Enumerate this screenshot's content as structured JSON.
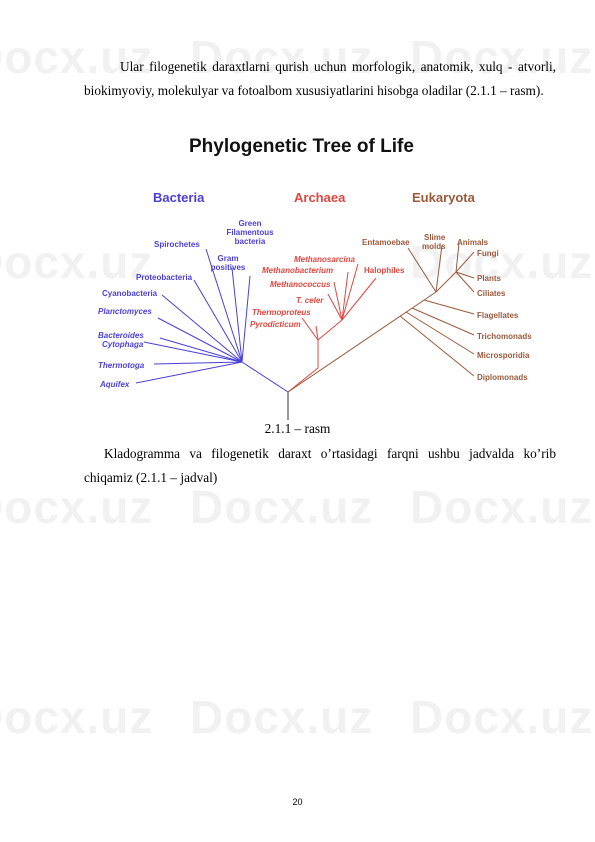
{
  "watermark": "Docx.uz",
  "paragraph1": "Ular filogenetik daraxtlarni qurish uchun morfologik, anatomik, xulq - atvorli, biokimyoviy, molekulyar va fotoalbom xususiyatlarini hisobga oladilar (2.1.1 – rasm).",
  "figure": {
    "title": "Phylogenetic Tree of Life",
    "domains": {
      "bacteria": "Bacteria",
      "archaea": "Archaea",
      "eukaryota": "Eukaryota"
    },
    "bacteria_groups": [
      "Green",
      "Filamentous",
      "bacteria",
      "Gram",
      "positives",
      "Spirochetes",
      "Proteobacteria",
      "Cyanobacteria",
      "Planctomyces",
      "Bacteroides",
      "Cytophaga",
      "Thermotoga",
      "Aquifex"
    ],
    "archaea_groups": [
      "Methanosarcina",
      "Methanobacterium",
      "Methanococcus",
      "Halophiles",
      "T. celer",
      "Thermoproteus",
      "Pyrodicticum"
    ],
    "eukaryota_groups": [
      "Entamoebae",
      "Slime",
      "molds",
      "Animals",
      "Fungi",
      "Plants",
      "Ciliates",
      "Flagellates",
      "Trichomonads",
      "Microsporidia",
      "Diplomonads"
    ],
    "colors": {
      "bacteria": "#4b3fd6",
      "archaea": "#e0463f",
      "eukaryota": "#9a5a3c",
      "root": "#333333"
    }
  },
  "caption": "2.1.1 – rasm",
  "paragraph2": "Kladogramma va filogenetik daraxt o’rtasidagi farqni ushbu jadvalda ko’rib chiqamiz (2.1.1 – jadval)",
  "page_number": "20"
}
